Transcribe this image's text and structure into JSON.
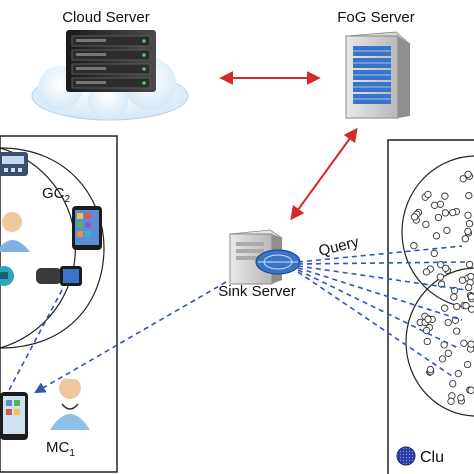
{
  "nodes": {
    "cloud_server": {
      "label": "Cloud Server"
    },
    "fog_server": {
      "label": "FoG Server"
    },
    "sink_server": {
      "label": "Sink Server"
    },
    "group_gc": {
      "label_main": "GC",
      "label_sub": "2"
    },
    "group_mc": {
      "label_main": "MC",
      "label_sub": "1"
    }
  },
  "edges": {
    "query_label": "Query"
  },
  "legend": {
    "cluster_label": "Clu"
  },
  "colors": {
    "bidirectional_arrow": "#d42a2a",
    "query_link": "#2f55b8",
    "frame": "#222222",
    "cluster_fill": "#2a3fa8"
  },
  "icons": [
    "cloud-icon",
    "rack-server-icon",
    "tower-server-icon",
    "tablet-icon",
    "doctor-icon",
    "smartwatch-icon",
    "sensor-node-icon"
  ]
}
